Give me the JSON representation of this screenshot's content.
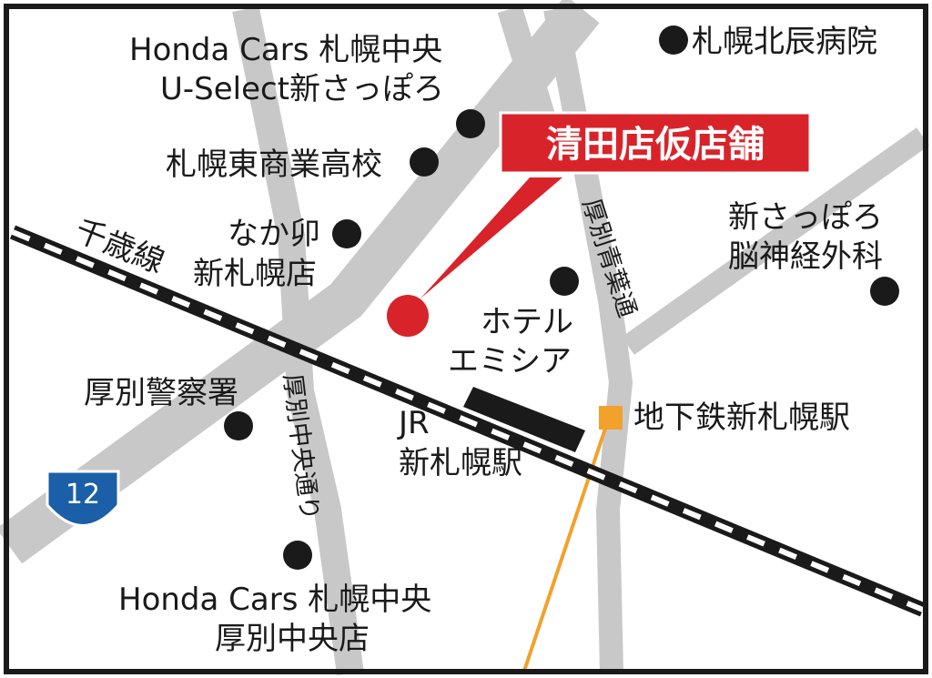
{
  "map": {
    "callout": {
      "label": "清田店仮店舗",
      "color": "#d9232a"
    },
    "colors": {
      "road": "#c8c8c8",
      "frame": "#1a1a1a",
      "subway": "#f2a12c",
      "shield": "#1a5fa8"
    },
    "route_shield": {
      "number": "12"
    },
    "roads": {
      "chitose_line": "千歳線",
      "atsubetsu_aoba_dori": "厚別青葉通",
      "atsubetsu_chuo_dori": "厚別中央通り"
    },
    "landmarks": {
      "honda_u_select": {
        "line1": "Honda Cars 札幌中央",
        "line2": "U-Select新さっぽろ"
      },
      "kitatatsu_hospital": "札幌北辰病院",
      "higashi_high": "札幌東商業高校",
      "nakau": {
        "line1": "なか卯",
        "line2": "新札幌店"
      },
      "neurosurgery": {
        "line1": "新さっぽろ",
        "line2": "脳神経外科"
      },
      "hotel_emisia": {
        "line1": "ホテル",
        "line2": "エミシア"
      },
      "police": "厚別警察署",
      "jr_station": {
        "line1": "JR",
        "line2": "新札幌駅"
      },
      "subway_station": "地下鉄新札幌駅",
      "honda_chuo": {
        "line1": "Honda Cars 札幌中央",
        "line2": "厚別中央店"
      }
    }
  }
}
